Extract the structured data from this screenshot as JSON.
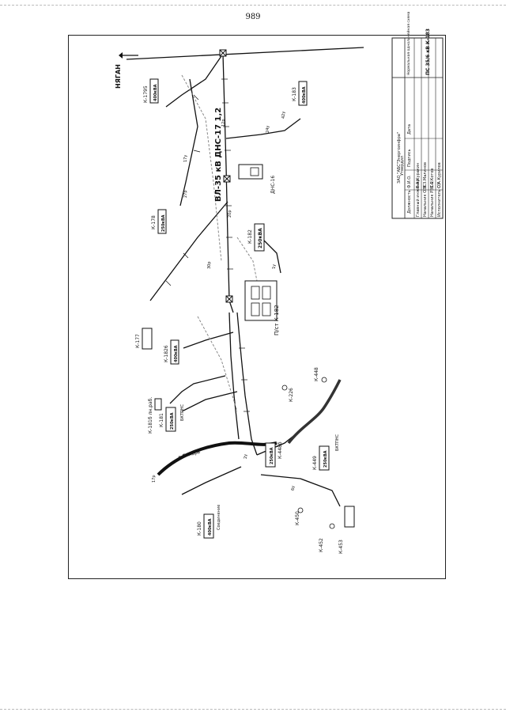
{
  "page": {
    "number": "989"
  },
  "title_block": {
    "company": "ЗАО \"АБС\"Энергоинфра\"",
    "header_role": "Должность",
    "header_name": "Ф.И.О.",
    "header_sign": "Подпись",
    "header_date": "Дата",
    "header_group": "Утвердил",
    "roles": [
      "Главный инженер",
      "Начальник ОЭС",
      "Начальник РЭС-2",
      "Исполнитель СЭ"
    ],
    "names": [
      "В.А.Куракин",
      "Э.З.Малинов",
      "З.А.Котов",
      "О.А.Курилов"
    ],
    "doc_label": "Нормальная однолинейная схема",
    "doc_code": "ПС 35/6 кВ К-183"
  },
  "diagram": {
    "main_line": "ВЛ-35 кВ ДНС-17 1,2",
    "dns_label": "ДНС-16",
    "pst_label": "П/ст К-182",
    "river": "р.Енпарь",
    "direction_label": "НЯГАН",
    "connector": "Соединение",
    "substations": [
      {
        "id": "k1795",
        "name": "К-1795",
        "power": "400кВА"
      },
      {
        "id": "k183",
        "name": "К-183",
        "power": "400кВА"
      },
      {
        "id": "k178",
        "name": "К-178",
        "power": "250кВА"
      },
      {
        "id": "k182",
        "name": "К-182",
        "power": "250кВА"
      },
      {
        "id": "k177",
        "name": "К-177",
        "power": ""
      },
      {
        "id": "k1826",
        "name": "К-1826",
        "power": "400кВА"
      },
      {
        "id": "k181",
        "name": "К-181",
        "power": "250кВА"
      },
      {
        "id": "k1816",
        "name": "К-181б лн.раб.",
        "power": ""
      },
      {
        "id": "k4486",
        "name": "К-448б",
        "power": "250кВА"
      },
      {
        "id": "k449",
        "name": "К-449",
        "power": "250кВА"
      },
      {
        "id": "k180",
        "name": "К-180",
        "power": "400кВА"
      },
      {
        "id": "k453",
        "name": "К-453",
        "power": ""
      }
    ],
    "wells": [
      "К-226",
      "К-448",
      "К-450",
      "К-452"
    ],
    "abbr_sktpns": "БКТПНС",
    "pole_labels": [
      "17у",
      "12р",
      "20р",
      "27р",
      "24у",
      "30р",
      "17р",
      "42у",
      "1у",
      "2у",
      "6у"
    ]
  }
}
